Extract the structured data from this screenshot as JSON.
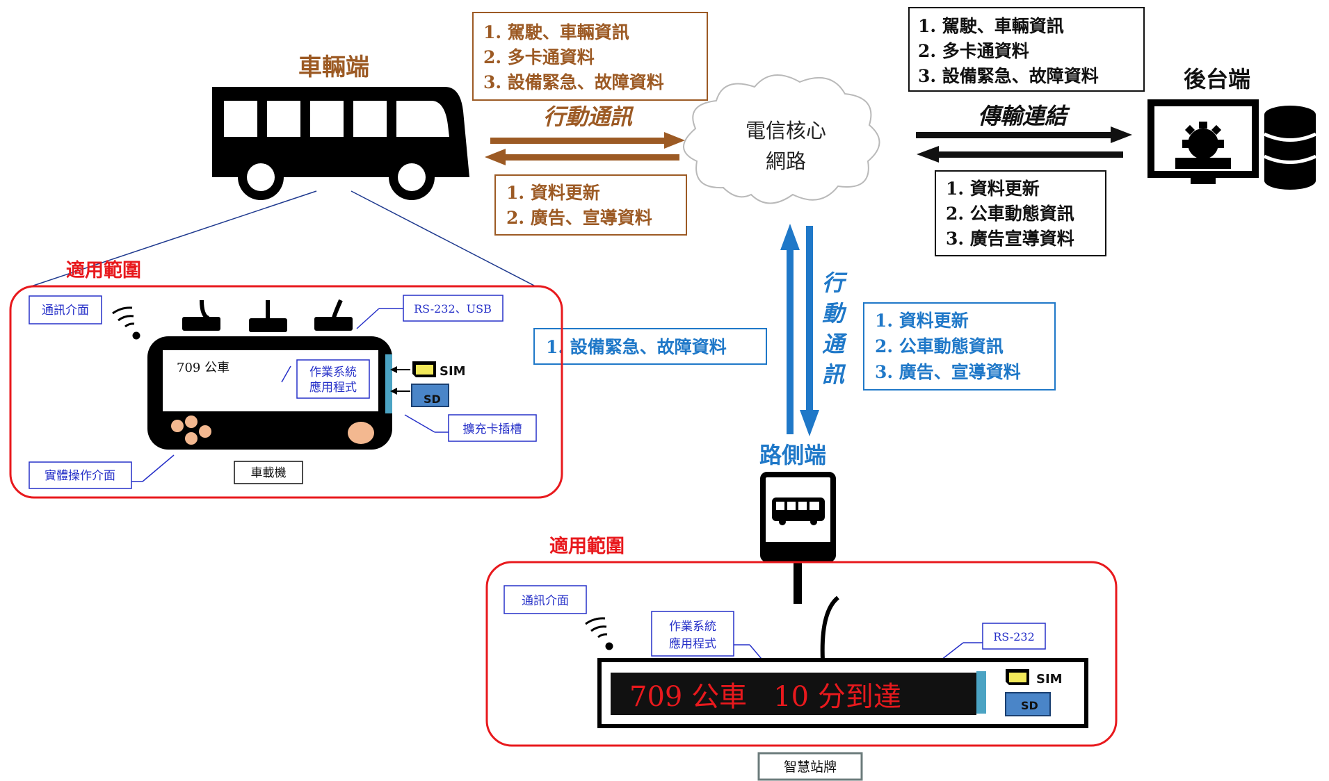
{
  "vehicle": {
    "title": "車輛端",
    "scope_label": "適用範圍",
    "device_label": "車載機",
    "screen_text": "709 公車",
    "callouts": {
      "comm": "通訊介面",
      "ports": "RS-232、USB",
      "os_line1": "作業系統",
      "os_line2": "應用程式",
      "slot": "擴充卡插槽",
      "physical": "實體操作介面"
    },
    "sim": "SIM",
    "sd": "SD"
  },
  "uplink_box": [
    "1. 駕駛、車輛資訊",
    "2. 多卡通資料",
    "3. 設備緊急、故障資料"
  ],
  "mobile_comm_label": "行動通訊",
  "downlink_box": [
    "1. 資料更新",
    "2. 廣告、宣導資料"
  ],
  "cloud": {
    "line1": "電信核心",
    "line2": "網路"
  },
  "backend": {
    "title": "後台端",
    "link_label": "傳輸連結",
    "uplink_box": [
      "1. 駕駛、車輛資訊",
      "2. 多卡通資料",
      "3. 設備緊急、故障資料"
    ],
    "downlink_box": [
      "1. 資料更新",
      "2. 公車動態資訊",
      "3. 廣告宣導資料"
    ]
  },
  "roadside": {
    "title": "路側端",
    "vertical_label": [
      "行",
      "動",
      "通",
      "訊"
    ],
    "uplink_box": [
      "1. 設備緊急、故障資料"
    ],
    "downlink_box": [
      "1. 資料更新",
      "2. 公車動態資訊",
      "3. 廣告、宣導資料"
    ],
    "scope_label": "適用範圍",
    "callouts": {
      "comm": "通訊介面",
      "os_line1": "作業系統",
      "os_line2": "應用程式",
      "port": "RS-232"
    },
    "led_text": "709 公車   10 分到達",
    "sim": "SIM",
    "sd": "SD",
    "device_label": "智慧站牌"
  },
  "colors": {
    "brown": "#9c5a24",
    "blue": "#1f78c8",
    "red": "#e8191d",
    "dark": "#111111",
    "label_blue": "#2630c8"
  }
}
